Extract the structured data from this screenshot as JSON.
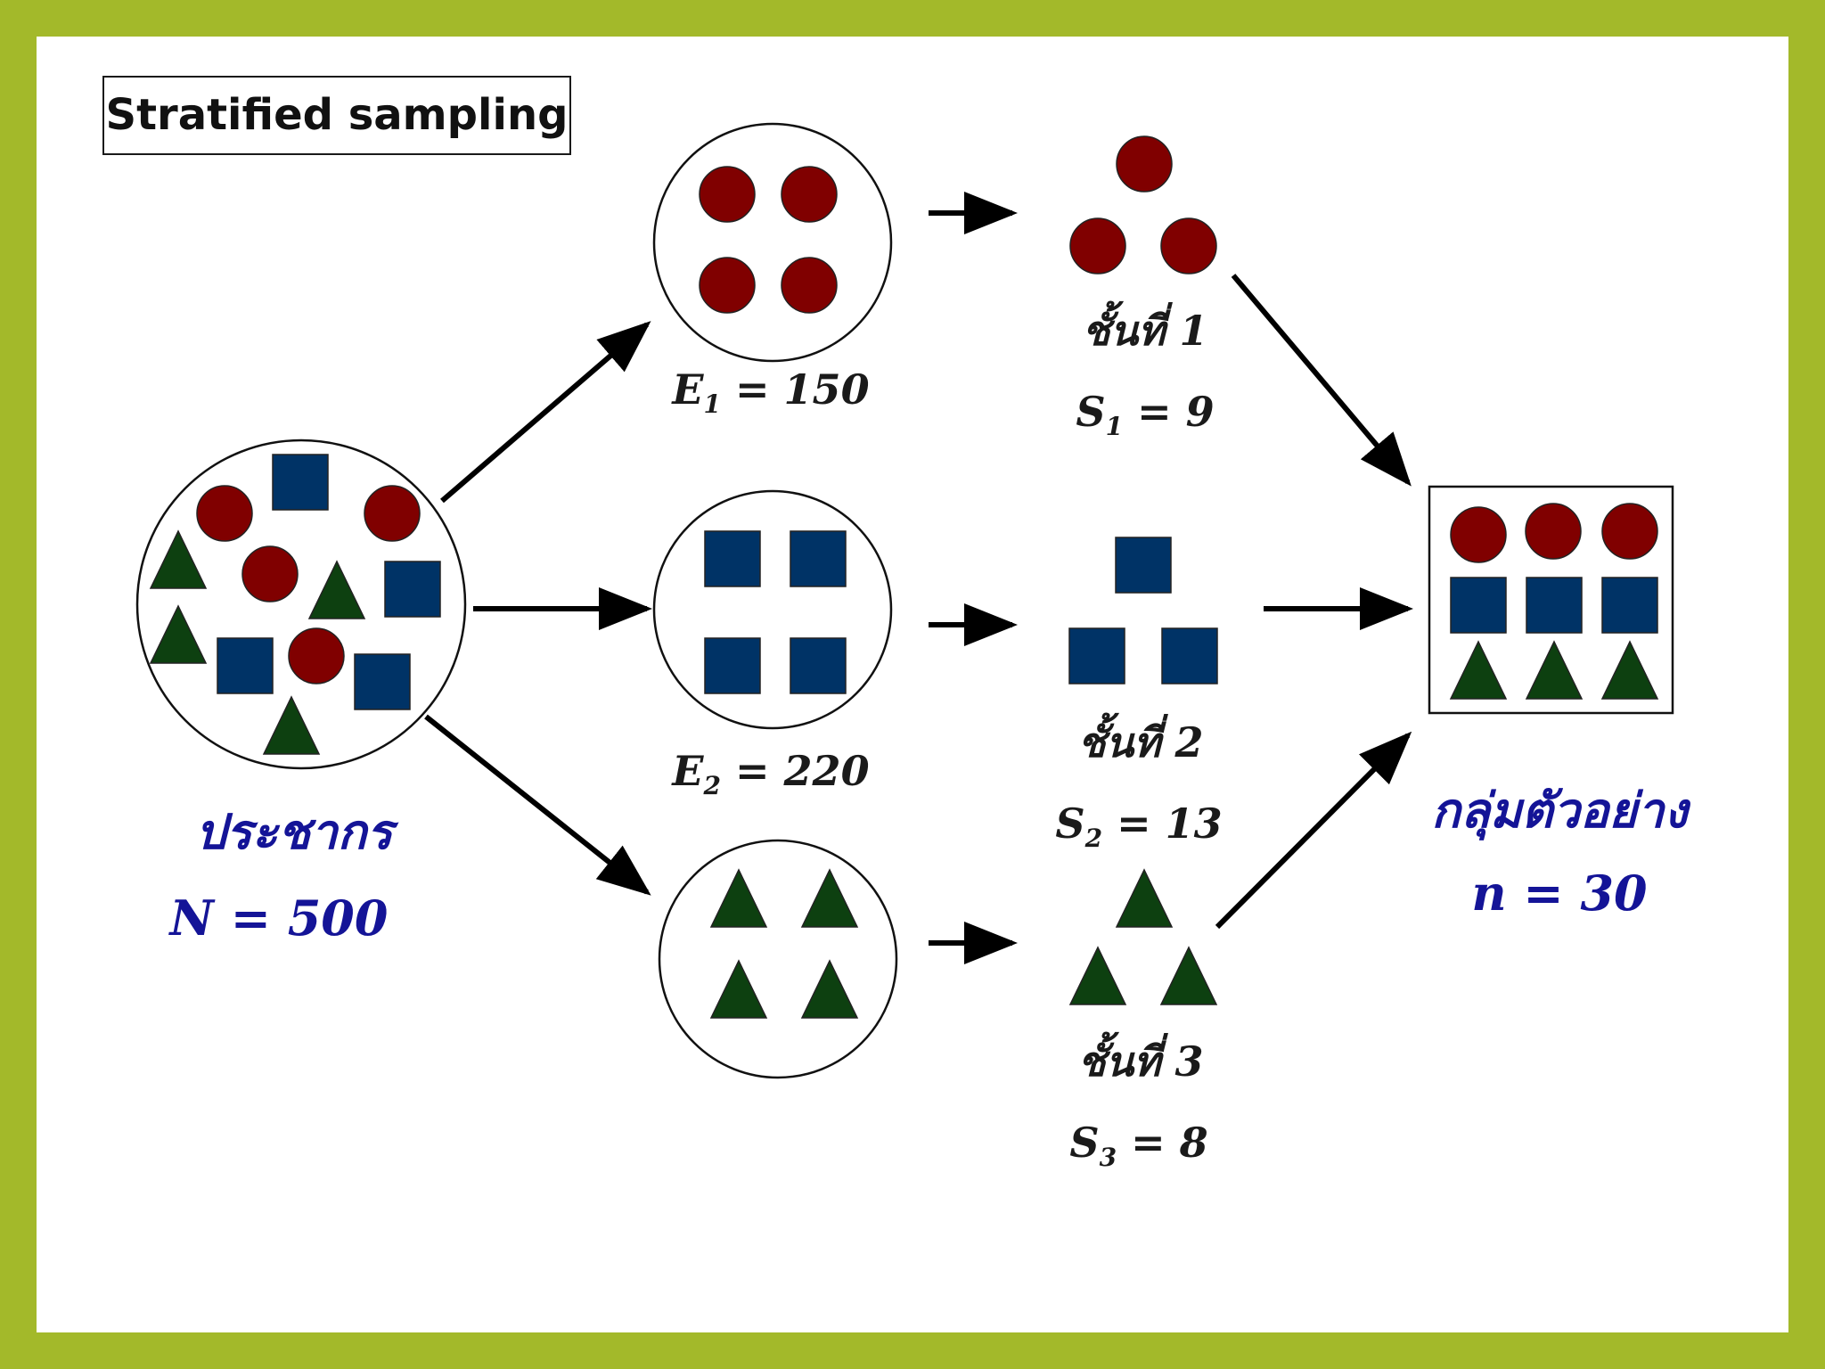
{
  "title": "Stratified sampling",
  "population": {
    "label": "ประชากร",
    "n_text": "N = 500"
  },
  "strata_groups": [
    {
      "var": "E",
      "sub": "1",
      "rest": " = 150"
    },
    {
      "var": "E",
      "sub": "2",
      "rest": " = 220"
    }
  ],
  "strata": [
    {
      "label": "ชั้นที่ 1",
      "var": "S",
      "sub": "1",
      "rest": " = 9"
    },
    {
      "label": "ชั้นที่ 2",
      "var": "S",
      "sub": "2",
      "rest": " = 13"
    },
    {
      "label": "ชั้นที่ 3",
      "var": "S",
      "sub": "3",
      "rest": " = 8"
    }
  ],
  "sample": {
    "label": "กลุ่มตัวอย่าง",
    "n_text": "n = 30"
  },
  "colors": {
    "frame": "#a3b92a",
    "circle": "#800000",
    "square": "#003366",
    "triangle": "#0d4010",
    "arrow": "#000000",
    "label_blue": "#141497"
  }
}
